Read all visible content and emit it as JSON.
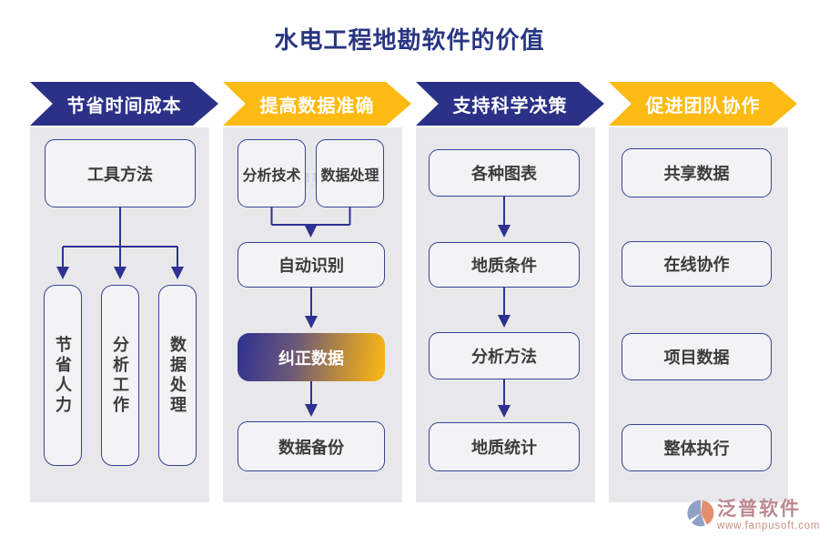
{
  "title": "水电工程地勘软件的价值",
  "columns": [
    {
      "header": "节省时间成本",
      "accent": "#2b3187",
      "root_box": "工具方法",
      "leaves": [
        "节省人力",
        "分析工作",
        "数据处理"
      ]
    },
    {
      "header": "提高数据准确",
      "accent": "#fdba12",
      "sources": [
        "分析技术",
        "数据处理"
      ],
      "steps": [
        "自动识别",
        "纠正数据",
        "数据备份"
      ]
    },
    {
      "header": "支持科学决策",
      "accent": "#2b3187",
      "steps": [
        "各种图表",
        "地质条件",
        "分析方法",
        "地质统计"
      ]
    },
    {
      "header": "促进团队协作",
      "accent": "#fdba12",
      "items": [
        "共享数据",
        "在线协作",
        "项目数据",
        "整体执行"
      ]
    }
  ],
  "colors": {
    "navy": "#2b3187",
    "gold": "#fdba12",
    "line": "#2e3192",
    "panel_bg": "#e8e8ea",
    "box_fill": "#f3f3f5",
    "gradient_start": "#2e3192",
    "gradient_end": "#fdb913",
    "title_text": "#293683"
  },
  "brand": {
    "name": "泛普软件",
    "url": "www.fanpusoft.com"
  },
  "watermark": {
    "name": "泛普软件",
    "sub": "FANPU SOFTWARE"
  }
}
